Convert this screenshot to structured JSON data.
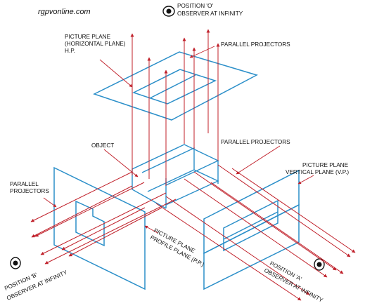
{
  "watermark": "rgpvonline.com",
  "labels": {
    "position_o": "POSITION 'O'",
    "observer_o": "OBSERVER AT INFINITY",
    "hp_line1": "PICTURE PLANE",
    "hp_line2": "(HORIZONTAL PLANE)",
    "hp_line3": "H.P.",
    "parallel_top": "PARALLEL PROJECTORS",
    "parallel_mid": "PARALLEL PROJECTORS",
    "object": "OBJECT",
    "vp_line1": "PICTURE PLANE",
    "vp_line2": "VERTICAL PLANE (V.P.)",
    "parallel_left1": "PARALLEL",
    "parallel_left2": "PROJECTORS",
    "pp_line1": "PICTURE PLANE",
    "pp_line2": "PROFILE PLANE (P.P.)",
    "position_a": "POSITION 'A'",
    "observer_a": "OBSERVER AT INFINITY",
    "position_b": "POSITION 'B'",
    "observer_b": "OBSERVER AT INFINITY"
  },
  "colors": {
    "plane": "#2b8fc9",
    "projector": "#c0202a",
    "leader": "#c0202a",
    "text": "#111111",
    "eye": "#111111"
  },
  "icons": [
    "eye-icon-observer-o",
    "eye-icon-observer-a",
    "eye-icon-observer-b"
  ]
}
